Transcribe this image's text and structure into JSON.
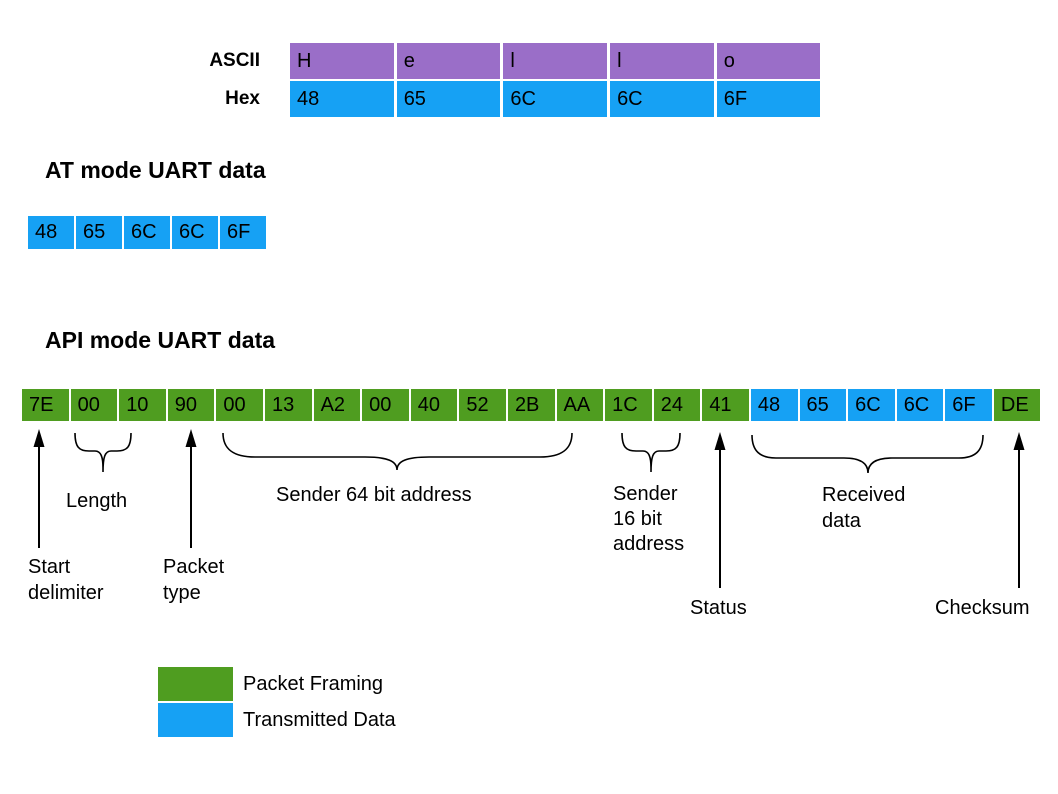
{
  "ascii_hex_table": {
    "ascii_label": "ASCII",
    "hex_label": "Hex",
    "ascii_cells": [
      "H",
      "e",
      "l",
      "l",
      "o"
    ],
    "hex_cells": [
      "48",
      "65",
      "6C",
      "6C",
      "6F"
    ]
  },
  "at_mode": {
    "heading": "AT mode UART data",
    "cells": [
      "48",
      "65",
      "6C",
      "6C",
      "6F"
    ]
  },
  "api_mode": {
    "heading": "API mode UART data",
    "cells": [
      {
        "value": "7E",
        "type": "framing"
      },
      {
        "value": "00",
        "type": "framing"
      },
      {
        "value": "10",
        "type": "framing"
      },
      {
        "value": "90",
        "type": "framing"
      },
      {
        "value": "00",
        "type": "framing"
      },
      {
        "value": "13",
        "type": "framing"
      },
      {
        "value": "A2",
        "type": "framing"
      },
      {
        "value": "00",
        "type": "framing"
      },
      {
        "value": "40",
        "type": "framing"
      },
      {
        "value": "52",
        "type": "framing"
      },
      {
        "value": "2B",
        "type": "framing"
      },
      {
        "value": "AA",
        "type": "framing"
      },
      {
        "value": "1C",
        "type": "framing"
      },
      {
        "value": "24",
        "type": "framing"
      },
      {
        "value": "41",
        "type": "framing"
      },
      {
        "value": "48",
        "type": "data"
      },
      {
        "value": "65",
        "type": "data"
      },
      {
        "value": "6C",
        "type": "data"
      },
      {
        "value": "6C",
        "type": "data"
      },
      {
        "value": "6F",
        "type": "data"
      },
      {
        "value": "DE",
        "type": "framing"
      }
    ]
  },
  "annotations": {
    "start_delimiter": "Start\ndelimiter",
    "length": "Length",
    "packet_type": "Packet\ntype",
    "sender_64": "Sender 64 bit address",
    "sender_16": "Sender\n16 bit\naddress",
    "status": "Status",
    "received_data": "Received\ndata",
    "checksum": "Checksum"
  },
  "legend": {
    "items": [
      {
        "label": "Packet Framing",
        "color": "#4F9D20"
      },
      {
        "label": "Transmitted Data",
        "color": "#16A1F4"
      }
    ]
  },
  "colors": {
    "packet_framing_green": "#4F9D20",
    "transmitted_data_blue": "#16A1F4",
    "ascii_purple": "#9A6EC8"
  }
}
